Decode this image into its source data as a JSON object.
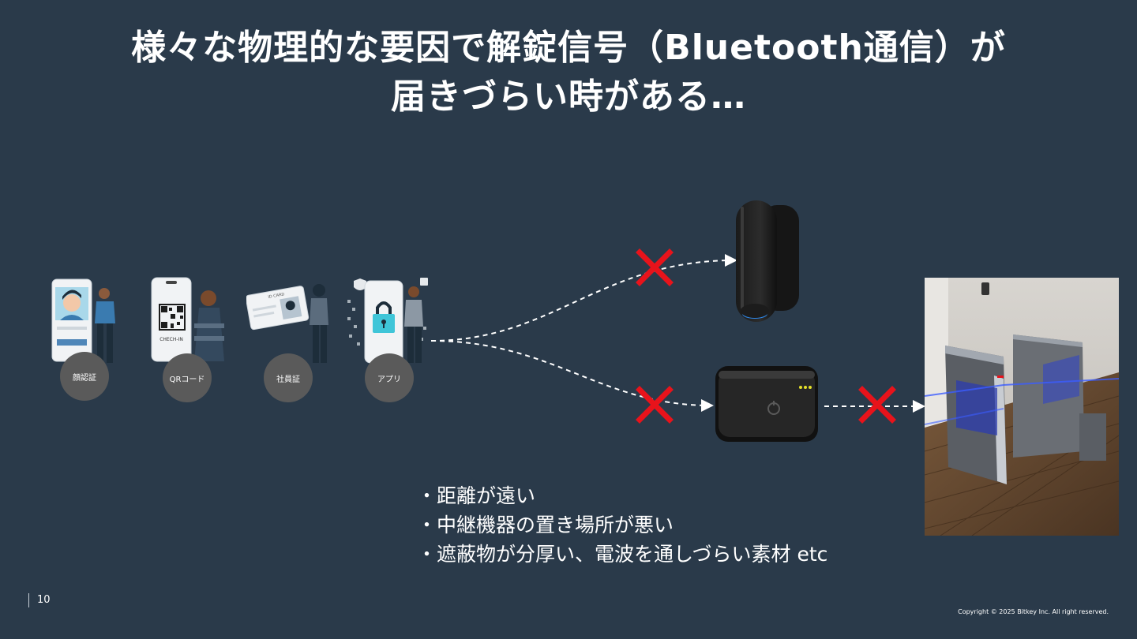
{
  "title": {
    "line1": "様々な物理的な要因で解錠信号（Bluetooth通信）が",
    "line2": "届きづらい時がある…"
  },
  "methods": [
    {
      "label": "顔認証",
      "icon": "face-recognition-illustration"
    },
    {
      "label": "QRコード",
      "icon": "qr-code-illustration"
    },
    {
      "label": "社員証",
      "icon": "id-card-illustration"
    },
    {
      "label": "アプリ",
      "icon": "app-lock-illustration"
    }
  ],
  "illustrations": {
    "id_card_text": "ID CARD",
    "check_in_text": "CHECH-IN"
  },
  "bullets": [
    "・距離が遠い",
    "・中継機器の置き場所が悪い",
    "・遮蔽物が分厚い、電波を通しづらい素材 etc"
  ],
  "footer": {
    "page_number": "10",
    "copyright": "Copyright © 2025 Bitkey Inc. All right reserved."
  },
  "colors": {
    "background": "#2a3a4a",
    "cross": "#e8131b",
    "label_circle": "#5a5a5a"
  }
}
